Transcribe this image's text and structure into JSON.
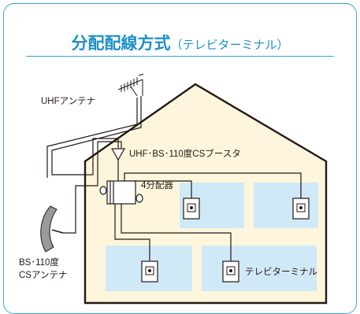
{
  "title": {
    "main": "分配配線方式",
    "sub": "（テレビターミナル）"
  },
  "labels": {
    "uhf_antenna": "UHFアンテナ",
    "booster": "UHF･BS･110度CSブースタ",
    "splitter": "4分配器",
    "bs_antenna_line1": "BS･110度",
    "bs_antenna_line2": "CSアンテナ",
    "terminal": "テレビターミナル"
  },
  "colors": {
    "accent": "#1e8fc8",
    "border": "#3aa7d6",
    "house_fill": "#fdf6dc",
    "room_fill": "#cfe9f7",
    "line": "#231815"
  }
}
